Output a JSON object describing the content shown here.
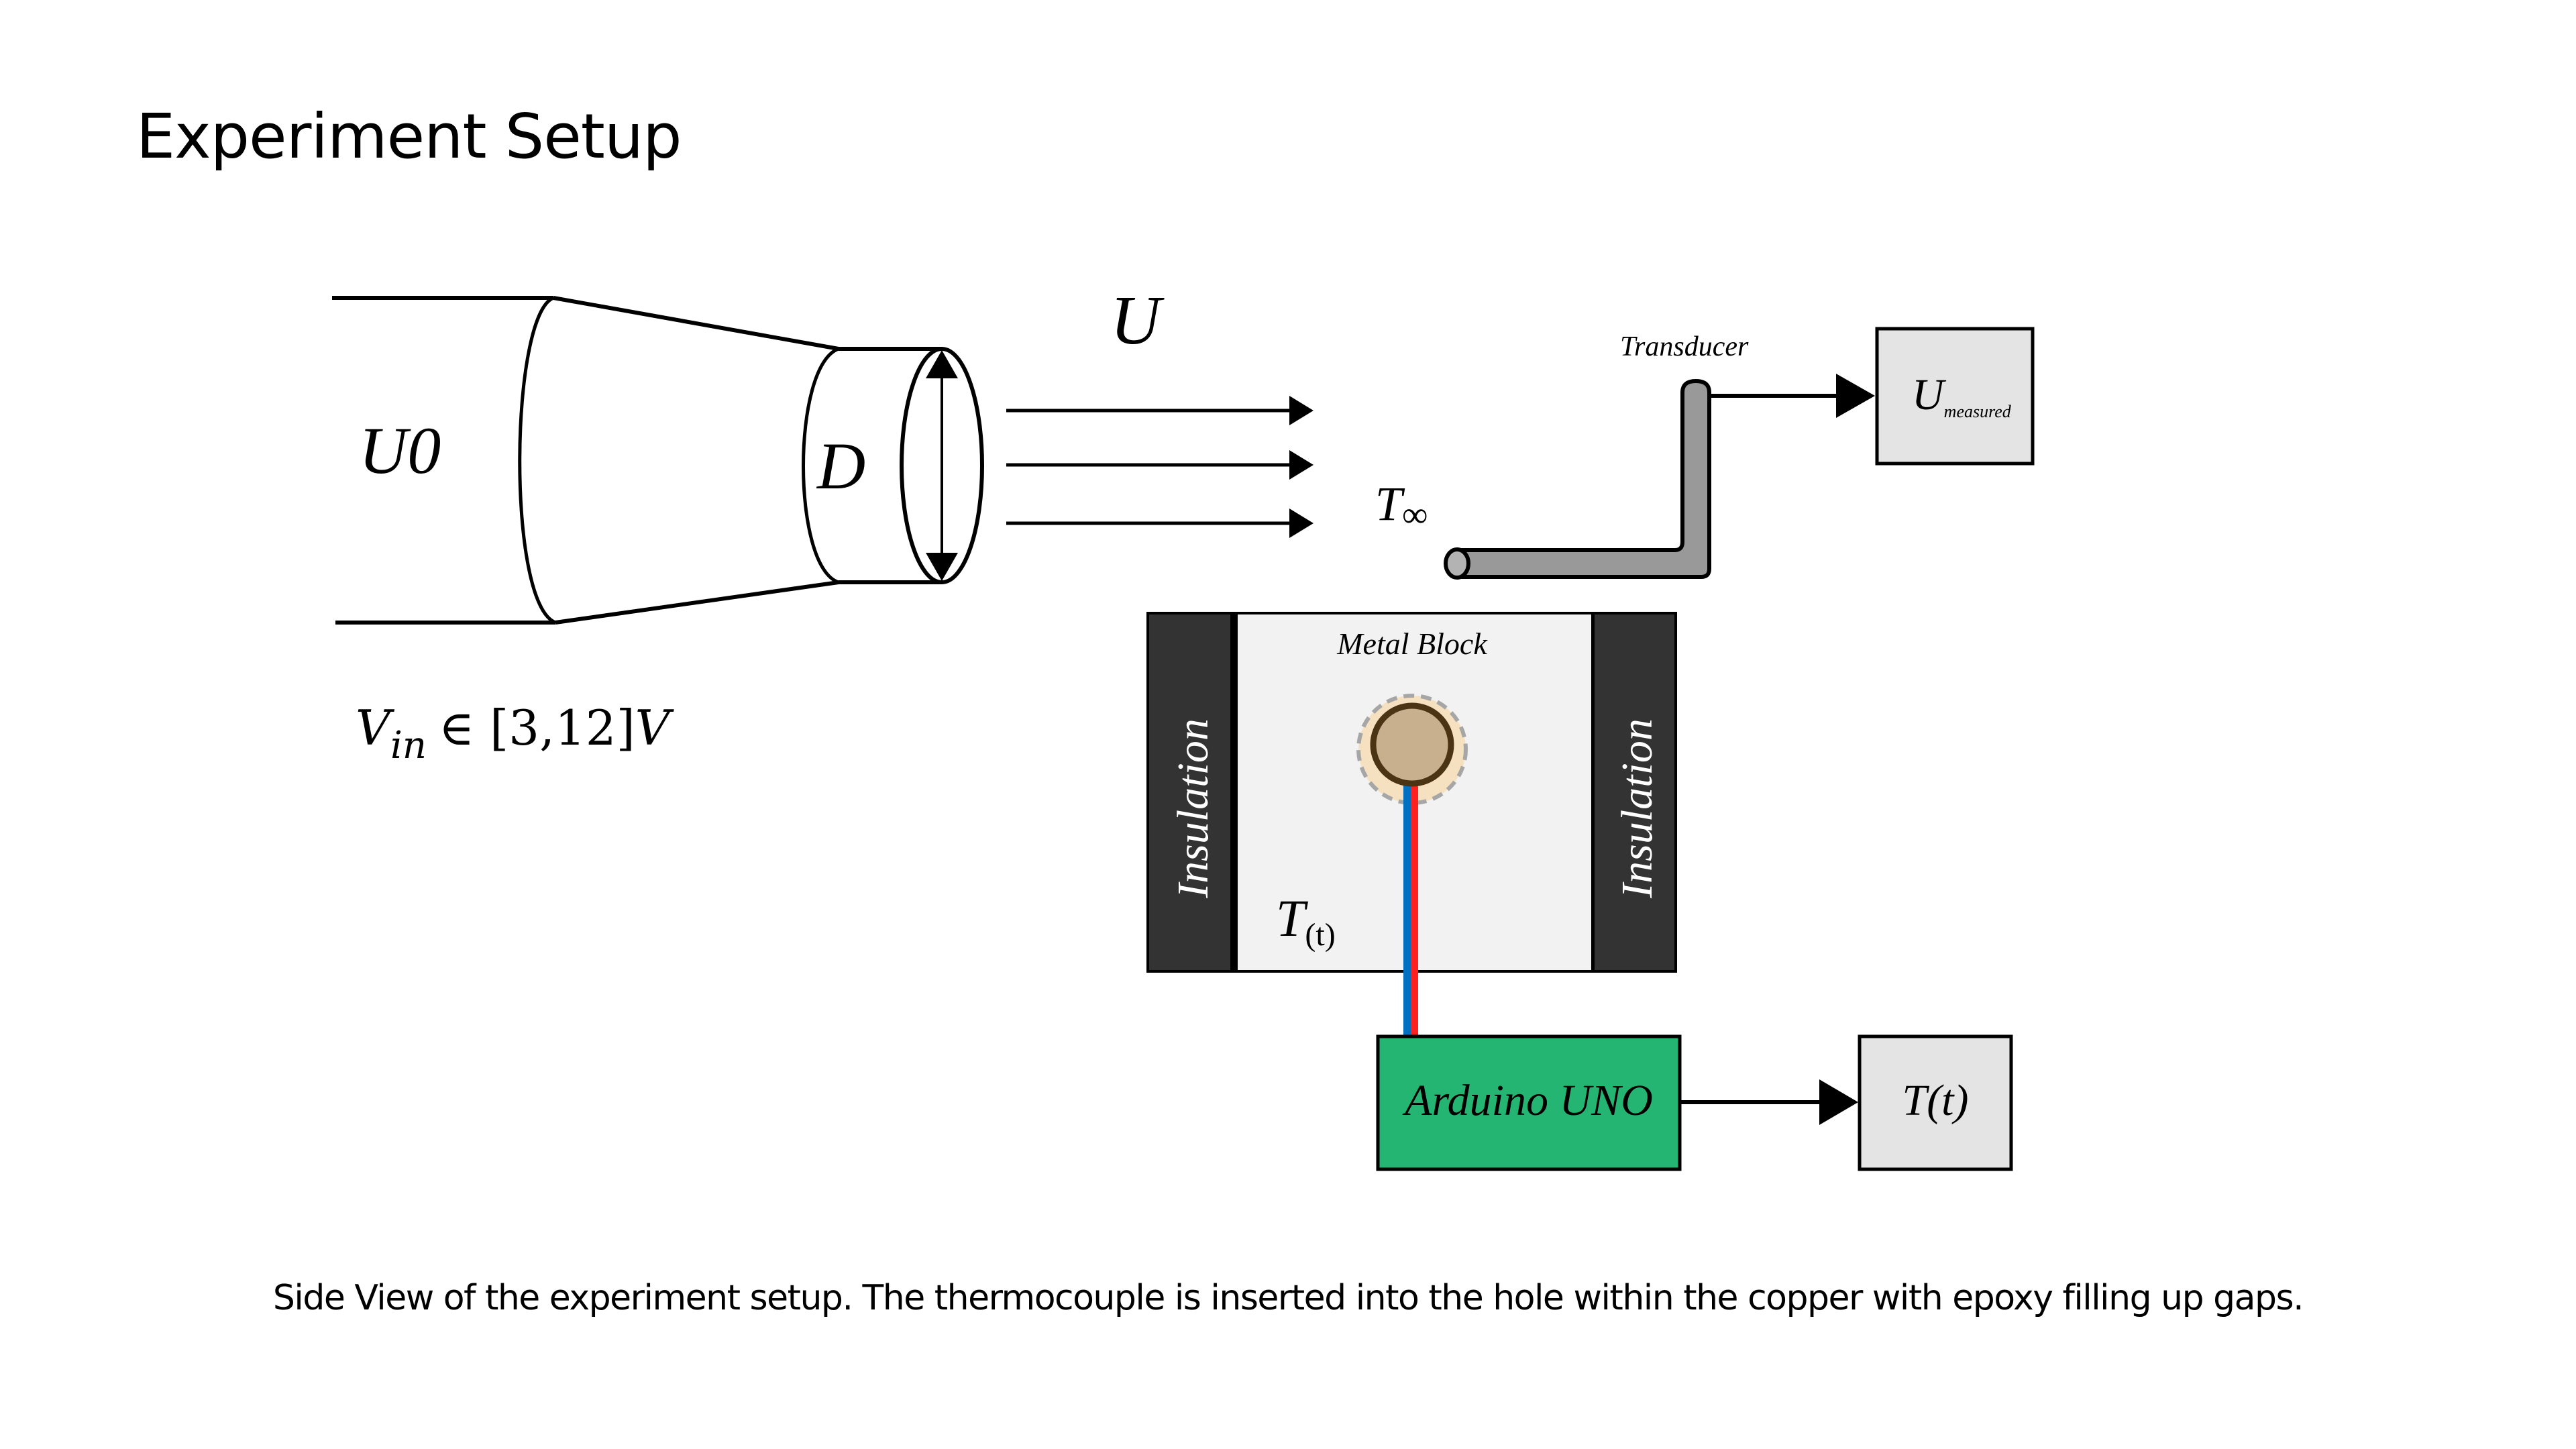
{
  "page": {
    "title": "Experiment Setup",
    "caption": "Side View of the experiment setup. The thermocouple is inserted into the hole within the copper with epoxy filling up gaps."
  },
  "nozzle": {
    "inlet_label": "U0",
    "diameter_label": "D",
    "input_voltage": {
      "symbol": "V",
      "subscript": "in",
      "relation": "∈ [3,12]",
      "unit": "V"
    }
  },
  "flow": {
    "velocity_label": "U",
    "ambient_temp_symbol": "T",
    "ambient_temp_subscript": "∞"
  },
  "transducer": {
    "label": "Transducer",
    "output_symbol": "U",
    "output_subscript": "measured"
  },
  "block": {
    "label": "Metal Block",
    "left_insulation_label": "Insulation",
    "right_insulation_label": "Insulation",
    "temp_symbol": "T",
    "temp_subscript": "(t)"
  },
  "arduino": {
    "label": "Arduino UNO",
    "output_label": "T(t)"
  },
  "colors": {
    "insulation": "#333333",
    "metal_block": "#f2f2f2",
    "thermocouple_bead": "#c8b08e",
    "thermocouple_ring": "#4a3413",
    "epoxy": "#f5e0c0",
    "wire_blue": "#0070c0",
    "wire_red": "#ff2020",
    "arduino_green": "#24b573",
    "output_box": "#e4e4e4",
    "transducer_pipe": "#999999"
  }
}
